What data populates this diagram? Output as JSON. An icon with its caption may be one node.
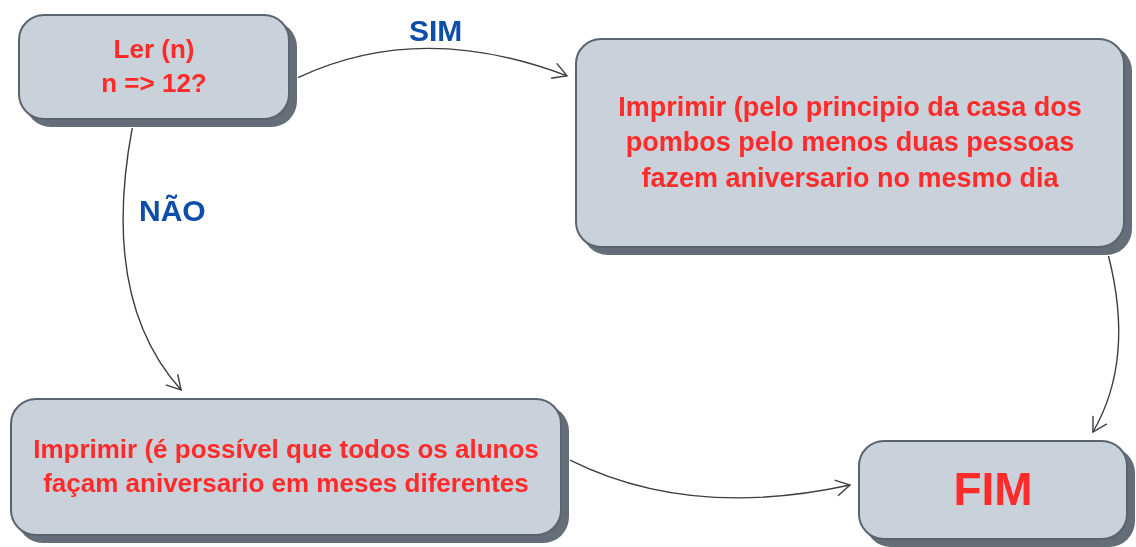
{
  "diagram": {
    "nodes": [
      {
        "text": [
          "Ler (n)",
          "n => 12?"
        ]
      },
      {
        "text": [
          "Imprimir (pelo principio da casa dos pombos pelo menos duas pessoas fazem aniversario no mesmo dia"
        ]
      },
      {
        "text": [
          "Imprimir (é possível que todos os alunos façam aniversario em meses diferentes"
        ]
      },
      {
        "text": [
          "FIM"
        ]
      }
    ],
    "edges": [
      {
        "from": 0,
        "to": 1,
        "arrow": "to",
        "label": "SIM"
      },
      {
        "from": 0,
        "to": 2,
        "arrow": "to",
        "label": "NÃO"
      },
      {
        "from": 2,
        "to": 3,
        "arrow": "to"
      },
      {
        "from": 1,
        "to": 3,
        "arrow": "to"
      }
    ]
  }
}
